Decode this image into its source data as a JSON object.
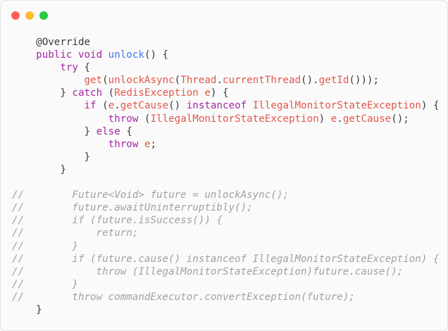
{
  "window": {
    "controls": {
      "close_color": "#ff5f56",
      "minimize_color": "#ffbd2e",
      "maximize_color": "#27c93f"
    }
  },
  "colors": {
    "background": "#fafafa",
    "keyword": "#a626a4",
    "function": "#4078f2",
    "identifier": "#e45649",
    "type": "#c18401",
    "comment": "#a0a1a7"
  },
  "code": {
    "lines": [
      [
        {
          "t": "    ",
          "c": "tx"
        },
        {
          "t": "@Override",
          "c": "annot"
        }
      ],
      [
        {
          "t": "    ",
          "c": "tx"
        },
        {
          "t": "public",
          "c": "kw"
        },
        {
          "t": " ",
          "c": "tx"
        },
        {
          "t": "void",
          "c": "kw"
        },
        {
          "t": " ",
          "c": "tx"
        },
        {
          "t": "unlock",
          "c": "fn"
        },
        {
          "t": "() {",
          "c": "tx"
        }
      ],
      [
        {
          "t": "        ",
          "c": "tx"
        },
        {
          "t": "try",
          "c": "kw"
        },
        {
          "t": " {",
          "c": "tx"
        }
      ],
      [
        {
          "t": "            ",
          "c": "tx"
        },
        {
          "t": "get",
          "c": "id"
        },
        {
          "t": "(",
          "c": "tx"
        },
        {
          "t": "unlockAsync",
          "c": "id"
        },
        {
          "t": "(",
          "c": "tx"
        },
        {
          "t": "Thread",
          "c": "id"
        },
        {
          "t": ".",
          "c": "tx"
        },
        {
          "t": "currentThread",
          "c": "id"
        },
        {
          "t": "().",
          "c": "tx"
        },
        {
          "t": "getId",
          "c": "id"
        },
        {
          "t": "()));",
          "c": "tx"
        }
      ],
      [
        {
          "t": "        } ",
          "c": "tx"
        },
        {
          "t": "catch",
          "c": "kw"
        },
        {
          "t": " (",
          "c": "tx"
        },
        {
          "t": "RedisException",
          "c": "id"
        },
        {
          "t": " ",
          "c": "tx"
        },
        {
          "t": "e",
          "c": "id"
        },
        {
          "t": ") {",
          "c": "tx"
        }
      ],
      [
        {
          "t": "            ",
          "c": "tx"
        },
        {
          "t": "if",
          "c": "kw"
        },
        {
          "t": " (",
          "c": "tx"
        },
        {
          "t": "e",
          "c": "id"
        },
        {
          "t": ".",
          "c": "tx"
        },
        {
          "t": "getCause",
          "c": "id"
        },
        {
          "t": "() ",
          "c": "tx"
        },
        {
          "t": "instanceof",
          "c": "kw"
        },
        {
          "t": " ",
          "c": "tx"
        },
        {
          "t": "IllegalMonitorStateException",
          "c": "id"
        },
        {
          "t": ") {",
          "c": "tx"
        }
      ],
      [
        {
          "t": "                ",
          "c": "tx"
        },
        {
          "t": "throw",
          "c": "kw"
        },
        {
          "t": " (",
          "c": "tx"
        },
        {
          "t": "IllegalMonitorStateException",
          "c": "id"
        },
        {
          "t": ") ",
          "c": "tx"
        },
        {
          "t": "e",
          "c": "id"
        },
        {
          "t": ".",
          "c": "tx"
        },
        {
          "t": "getCause",
          "c": "id"
        },
        {
          "t": "();",
          "c": "tx"
        }
      ],
      [
        {
          "t": "            } ",
          "c": "tx"
        },
        {
          "t": "else",
          "c": "kw"
        },
        {
          "t": " {",
          "c": "tx"
        }
      ],
      [
        {
          "t": "                ",
          "c": "tx"
        },
        {
          "t": "throw",
          "c": "kw"
        },
        {
          "t": " ",
          "c": "tx"
        },
        {
          "t": "e",
          "c": "id"
        },
        {
          "t": ";",
          "c": "tx"
        }
      ],
      [
        {
          "t": "            }",
          "c": "tx"
        }
      ],
      [
        {
          "t": "        }",
          "c": "tx"
        }
      ],
      [
        {
          "t": "",
          "c": "tx"
        }
      ],
      [
        {
          "t": "//        Future<Void> future = unlockAsync();",
          "c": "cm"
        }
      ],
      [
        {
          "t": "//        future.awaitUninterruptibly();",
          "c": "cm"
        }
      ],
      [
        {
          "t": "//        if (future.isSuccess()) {",
          "c": "cm"
        }
      ],
      [
        {
          "t": "//            return;",
          "c": "cm"
        }
      ],
      [
        {
          "t": "//        }",
          "c": "cm"
        }
      ],
      [
        {
          "t": "//        if (future.cause() instanceof IllegalMonitorStateException) {",
          "c": "cm"
        }
      ],
      [
        {
          "t": "//            throw (IllegalMonitorStateException)future.cause();",
          "c": "cm"
        }
      ],
      [
        {
          "t": "//        }",
          "c": "cm"
        }
      ],
      [
        {
          "t": "//        throw commandExecutor.convertException(future);",
          "c": "cm"
        }
      ],
      [
        {
          "t": "    }",
          "c": "tx"
        }
      ]
    ]
  }
}
